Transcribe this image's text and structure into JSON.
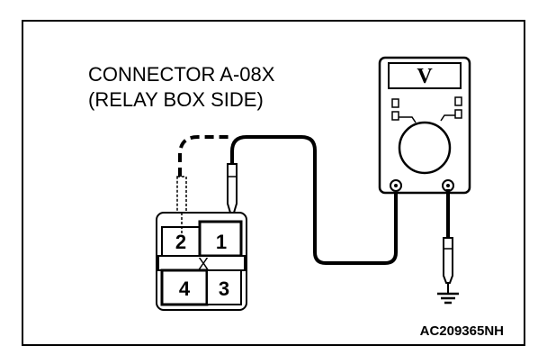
{
  "connector_label": {
    "line1": "CONNECTOR A-08X",
    "line2": "(RELAY BOX SIDE)"
  },
  "connector_pins": {
    "p1": "1",
    "p2": "2",
    "p3": "3",
    "p4": "4",
    "center_mark": "X"
  },
  "meter": {
    "display_unit": "V"
  },
  "figure_code": "AC209365NH"
}
